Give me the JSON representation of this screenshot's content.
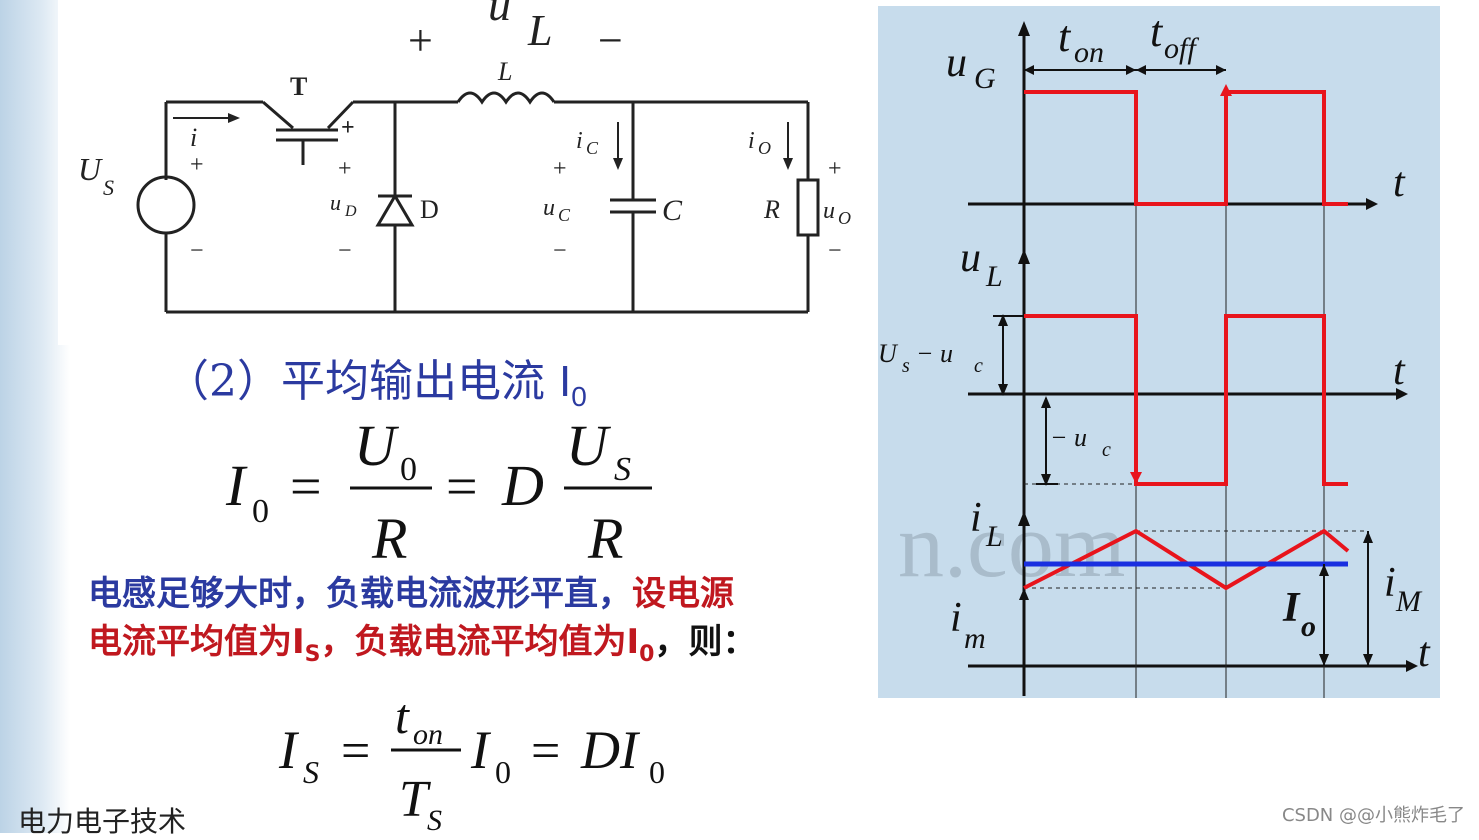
{
  "footer": "电力电子技术",
  "watermark": "CSDN @@小熊炸毛了",
  "section": {
    "num": "（2）",
    "title": "平均输出电流 ",
    "sym": "I",
    "sub": "0"
  },
  "desc": {
    "line1_blue": "电感足够大时，负载电流波形平直，",
    "line1_red": "设电源",
    "line2_a": "电流平均值为",
    "line2_is": "I",
    "line2_is_sub": "S",
    "line2_b": "，负载电流平均值为",
    "line2_io": "I",
    "line2_io_sub": "0",
    "line2_c": "，则："
  },
  "formula1": {
    "lhs": "I",
    "lhs_sub": "0",
    "eq": "=",
    "num1": "U",
    "num1_sub": "0",
    "den1": "R",
    "eq2": "=",
    "d": "D",
    "num2": "U",
    "num2_sub": "S",
    "den2": "R"
  },
  "formula2": {
    "lhs": "I",
    "lhs_sub": "S",
    "eq": "=",
    "num": "t",
    "num_sub": "on",
    "den": "T",
    "den_sub": "S",
    "mid": "I",
    "mid_sub": "0",
    "eq2": "=",
    "rhs": "DI",
    "rhs_sub": "0"
  },
  "circuit": {
    "uL": "u",
    "uL_sub": "L",
    "plus": "+",
    "minus": "−",
    "L": "L",
    "T": "T",
    "Us": "U",
    "Us_sub": "S",
    "i": "i",
    "uD": "u",
    "uD_sub": "D",
    "D": "D",
    "iC": "i",
    "iC_sub": "C",
    "uC": "u",
    "uC_sub": "C",
    "C": "C",
    "iO": "i",
    "iO_sub": "O",
    "R": "R",
    "uO": "u",
    "uO_sub": "O"
  },
  "waves": {
    "uG": "u",
    "uG_sub": "G",
    "ton": "t",
    "ton_sub": "on",
    "toff": "t",
    "toff_sub": "off",
    "t": "t",
    "uL": "u",
    "uL_sub": "L",
    "us_uc": "U",
    "us_uc_a": "s",
    "us_uc_b": " − u",
    "us_uc_c": "c",
    "neg_uc": "− u",
    "neg_uc_sub": "c",
    "iL": "i",
    "iL_sub": "L",
    "im": "i",
    "im_sub": "m",
    "iM": "i",
    "iM_sub": "M",
    "Io": "I",
    "Io_sub": "o",
    "bg_text": "n.com",
    "colors": {
      "red": "#e8141c",
      "blue": "#1a2fe0",
      "black": "#111111"
    }
  }
}
